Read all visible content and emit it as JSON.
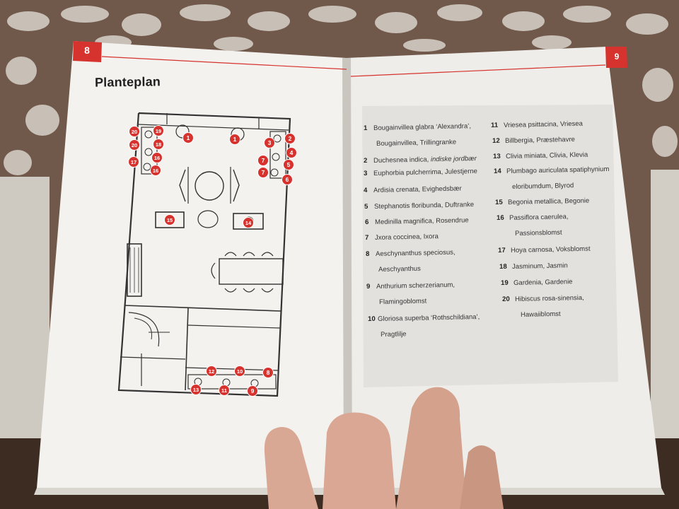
{
  "left_page": {
    "page_number": "8",
    "title": "Planteplan"
  },
  "right_page": {
    "page_number": "9",
    "plants": [
      {
        "n": "1",
        "l1": "Bougainvillea glabra ‘Alexandra’,",
        "l2": "Bougainvillea, Trillingranke"
      },
      {
        "n": "2",
        "l1": "Duchesnea indica, indiske jordbær",
        "l2": ""
      },
      {
        "n": "3",
        "l1": "Euphorbia pulcherrima, Julestjerne",
        "l2": ""
      },
      {
        "n": "4",
        "l1": "Ardisia crenata, Evighedsbær",
        "l2": ""
      },
      {
        "n": "5",
        "l1": "Stephanotis floribunda, Duftranke",
        "l2": ""
      },
      {
        "n": "6",
        "l1": "Medinilla magnifica, Rosendrue",
        "l2": ""
      },
      {
        "n": "7",
        "l1": "Jxora coccinea, Ixora",
        "l2": ""
      },
      {
        "n": "8",
        "l1": "Aeschynanthus speciosus,",
        "l2": "Aeschyanthus"
      },
      {
        "n": "9",
        "l1": "Anthurium scherzerianum,",
        "l2": "Flamingoblomst"
      },
      {
        "n": "10",
        "l1": "Gloriosa superba ‘Rothschildiana’,",
        "l2": "Pragtlilje"
      },
      {
        "n": "11",
        "l1": "Vriesea psittacina, Vriesea",
        "l2": ""
      },
      {
        "n": "12",
        "l1": "Billbergia, Præstehavre",
        "l2": ""
      },
      {
        "n": "13",
        "l1": "Clivia miniata, Clivia, Klevia",
        "l2": ""
      },
      {
        "n": "14",
        "l1": "Plumbago auriculata spatiphynium",
        "l2": "eloribumdum, Blyrod"
      },
      {
        "n": "15",
        "l1": "Begonia metallica, Begonie",
        "l2": ""
      },
      {
        "n": "16",
        "l1": "Passiflora caerulea,",
        "l2": "Passionsblomst"
      },
      {
        "n": "17",
        "l1": "Hoya carnosa, Voksblomst",
        "l2": ""
      },
      {
        "n": "18",
        "l1": "Jasminum, Jasmin",
        "l2": ""
      },
      {
        "n": "19",
        "l1": "Gardenia, Gardenie",
        "l2": ""
      },
      {
        "n": "20",
        "l1": "Hibiscus rosa-sinensia,",
        "l2": "Hawaiiblomst"
      }
    ]
  },
  "plan_markers": [
    {
      "label": "20"
    },
    {
      "label": "19"
    },
    {
      "label": "1"
    },
    {
      "label": "20"
    },
    {
      "label": "18"
    },
    {
      "label": "17"
    },
    {
      "label": "16"
    },
    {
      "label": "16"
    },
    {
      "label": "1"
    },
    {
      "label": "2"
    },
    {
      "label": "3"
    },
    {
      "label": "4"
    },
    {
      "label": "7"
    },
    {
      "label": "5"
    },
    {
      "label": "7"
    },
    {
      "label": "6"
    },
    {
      "label": "15"
    },
    {
      "label": "14"
    },
    {
      "label": "12"
    },
    {
      "label": "10"
    },
    {
      "label": "8"
    },
    {
      "label": "13"
    },
    {
      "label": "11"
    },
    {
      "label": "9"
    }
  ],
  "colors": {
    "accent_red": "#d6322e",
    "page": "#f3f1ec",
    "list_band": "#e4e3e0",
    "plan_line": "#333333"
  }
}
